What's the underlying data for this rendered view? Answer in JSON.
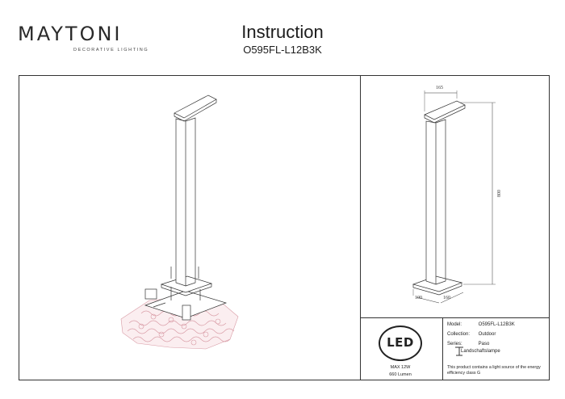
{
  "header": {
    "brand": "MAYTONI",
    "brand_tagline": "DECORATIVE LIGHTING",
    "title": "Instruction",
    "model_code": "O595FL-L12B3K"
  },
  "dimensions": {
    "top_width": "165",
    "height": "800",
    "base_depth": "100",
    "base_width": "160"
  },
  "led": {
    "label": "LED",
    "power": "MAX 12W",
    "lumen": "660 Lumen"
  },
  "specs": {
    "model_label": "Model:",
    "model_value": "O595FL-L12B3K",
    "collection_label": "Collection:",
    "collection_value": "Outdoor",
    "series_label": "Series:",
    "series_value": "Paso",
    "type_value": "Landschaftslampe"
  },
  "energy_note": "This product contains a light source of the energy efficiency class G",
  "colors": {
    "line": "#333333",
    "ground": "#e0a8b0"
  }
}
